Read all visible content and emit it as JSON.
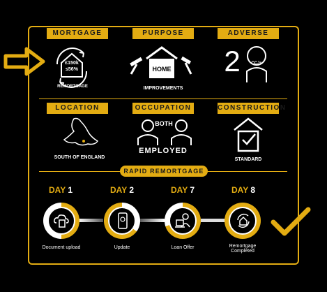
{
  "headers": {
    "mortgage": "MORTGAGE",
    "purpose": "PURPOSE",
    "adverse": "ADVERSE",
    "location": "LOCATION",
    "occupation": "OCCUPATION",
    "construction": "CONSTRUCTION"
  },
  "mortgage_icon": {
    "amount": "£150k",
    "ltv": "≤56%",
    "caption": "REMORTGAGE"
  },
  "purpose_icon": {
    "badge": "HOME",
    "caption": "IMPROVEMENTS"
  },
  "adverse_icon": {
    "number": "2",
    "badge": "CCJs"
  },
  "location_caption": "SOUTH OF ENGLAND",
  "occupation": {
    "badge": "BOTH",
    "caption": "EMPLOYED"
  },
  "construction_caption": "STANDARD",
  "rapid_title": "RAPID REMORTGAGE",
  "timeline": [
    {
      "day_word": "DAY",
      "day_num": "1",
      "label": "Document upload"
    },
    {
      "day_word": "DAY",
      "day_num": "2",
      "label": "Update"
    },
    {
      "day_word": "DAY",
      "day_num": "7",
      "label": "Loan Offer"
    },
    {
      "day_word": "DAY",
      "day_num": "8",
      "label": "Remortgage Completed"
    }
  ],
  "colors": {
    "accent": "#e3ac12",
    "background": "#000000",
    "text": "#ffffff"
  }
}
